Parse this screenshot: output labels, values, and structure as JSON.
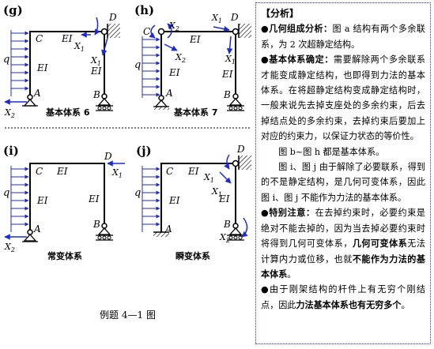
{
  "diagrams": {
    "g": {
      "panel_label": "(g)",
      "node_C": "C",
      "node_D": "D",
      "node_A": "A",
      "node_B": "B",
      "beam_EI": "EI",
      "col_left_EI": "EI",
      "col_right_EI": "EI",
      "load": "q",
      "x1_label": "X",
      "x1_sub": "1",
      "x1b_label": "X",
      "x1b_sub": "1",
      "x2_label": "X",
      "x2_sub": "2",
      "system_label": "基本体系 6"
    },
    "h": {
      "panel_label": "(h)",
      "node_C": "C",
      "node_D": "D",
      "node_A": "A",
      "node_B": "B",
      "beam_EI": "EI",
      "col_left_EI": "EI",
      "col_right_EI": "EI",
      "load": "q",
      "x2_label_top": "X",
      "x2_sub_top": "2",
      "x2_label_bot": "X",
      "x2_sub_bot": "2",
      "x1_label_top": "X",
      "x1_sub_top": "1",
      "x1_label_bot": "X",
      "x1_sub_bot": "1",
      "system_label": "基本体系 7"
    },
    "i": {
      "panel_label": "(i)",
      "node_C": "C",
      "node_D": "D",
      "node_A": "A",
      "node_B": "B",
      "beam_EI": "EI",
      "col_left_EI": "EI",
      "col_right_EI": "EI",
      "load": "q",
      "x1_label": "X",
      "x1_sub": "1",
      "x2_label": "X",
      "x2_sub": "2",
      "system_label": "常变体系"
    },
    "j": {
      "panel_label": "(j)",
      "node_C": "C",
      "node_D": "D",
      "node_A": "A",
      "node_B": "B",
      "beam_EI": "EI",
      "col_left_EI": "EI",
      "col_right_EI": "EI",
      "load": "q",
      "x1_label_a": "X",
      "x1_sub_a": "1",
      "x1_label_b": "X",
      "x1_sub_b": "1",
      "x2_label": "X",
      "x2_sub": "2",
      "system_label": "瞬变体系"
    }
  },
  "caption": "例题 4—1 图",
  "analysis": {
    "title": "【分析】",
    "b1_head": "●几何组成分析：",
    "b1_text": "图 a 结构有两个多余联系，为 2 次超静定结构。",
    "b2_head": "●基本体系确定：",
    "b2_text": "需要解除两个多余联系才能变成静定结构，也即得到力法的基本体系。在将超静定结构变成静定结构时，一般来说先去掉支座处的多余约束，后去掉结点处的多余约束，去掉约束后要加上对应的约束力，以保证力状态的等价性。",
    "p3": "图 b~图 h 都是基本体系。",
    "p4": "图 i、图 j 由于解除了必要联系，得到的不是静定结构，是几何可变体系，因此图 i、图 j 不能作为力法的基本体系。",
    "b5_head": "●特别注意：",
    "b5_text_1": "在去掉约束时，必要约束是绝对不能去掉的，因为当去掉必要约束时将得到几何可变体系，",
    "b5_strong_1": "几何可变体系",
    "b5_text_2": "无法计算内力或位移，也就",
    "b5_strong_2": "不能作为力法的基本体系",
    "b5_text_3": "。",
    "b6_text_1": "●由于刚架结构的杆件上有无穷个刚结点，因此",
    "b6_strong": "力法基本体系也有无穷多个",
    "b6_text_2": "。"
  }
}
